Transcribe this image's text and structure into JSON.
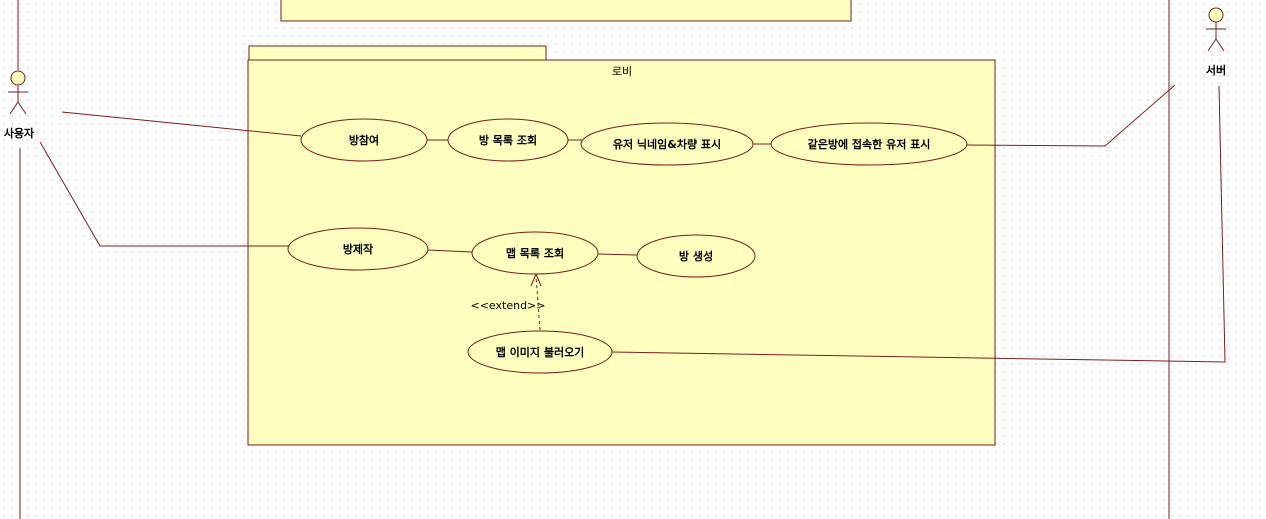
{
  "package": {
    "name": "로비"
  },
  "actors": {
    "user": "사용자",
    "server": "서버"
  },
  "use_cases": {
    "join_room": "방참여",
    "room_list": "방 목록 조회",
    "show_nick_car": "유저 닉네임&차량 표시",
    "show_same_room_users": "같은방에 접속한 유저 표시",
    "create_room": "방제작",
    "map_list": "맵 목록 조회",
    "room_generate": "방 생성",
    "load_map_image": "맵 이미지 불러오기"
  },
  "stereotype": "<<extend>>",
  "colors": {
    "fill": "#ffffc0",
    "line": "#7a1d1d"
  }
}
